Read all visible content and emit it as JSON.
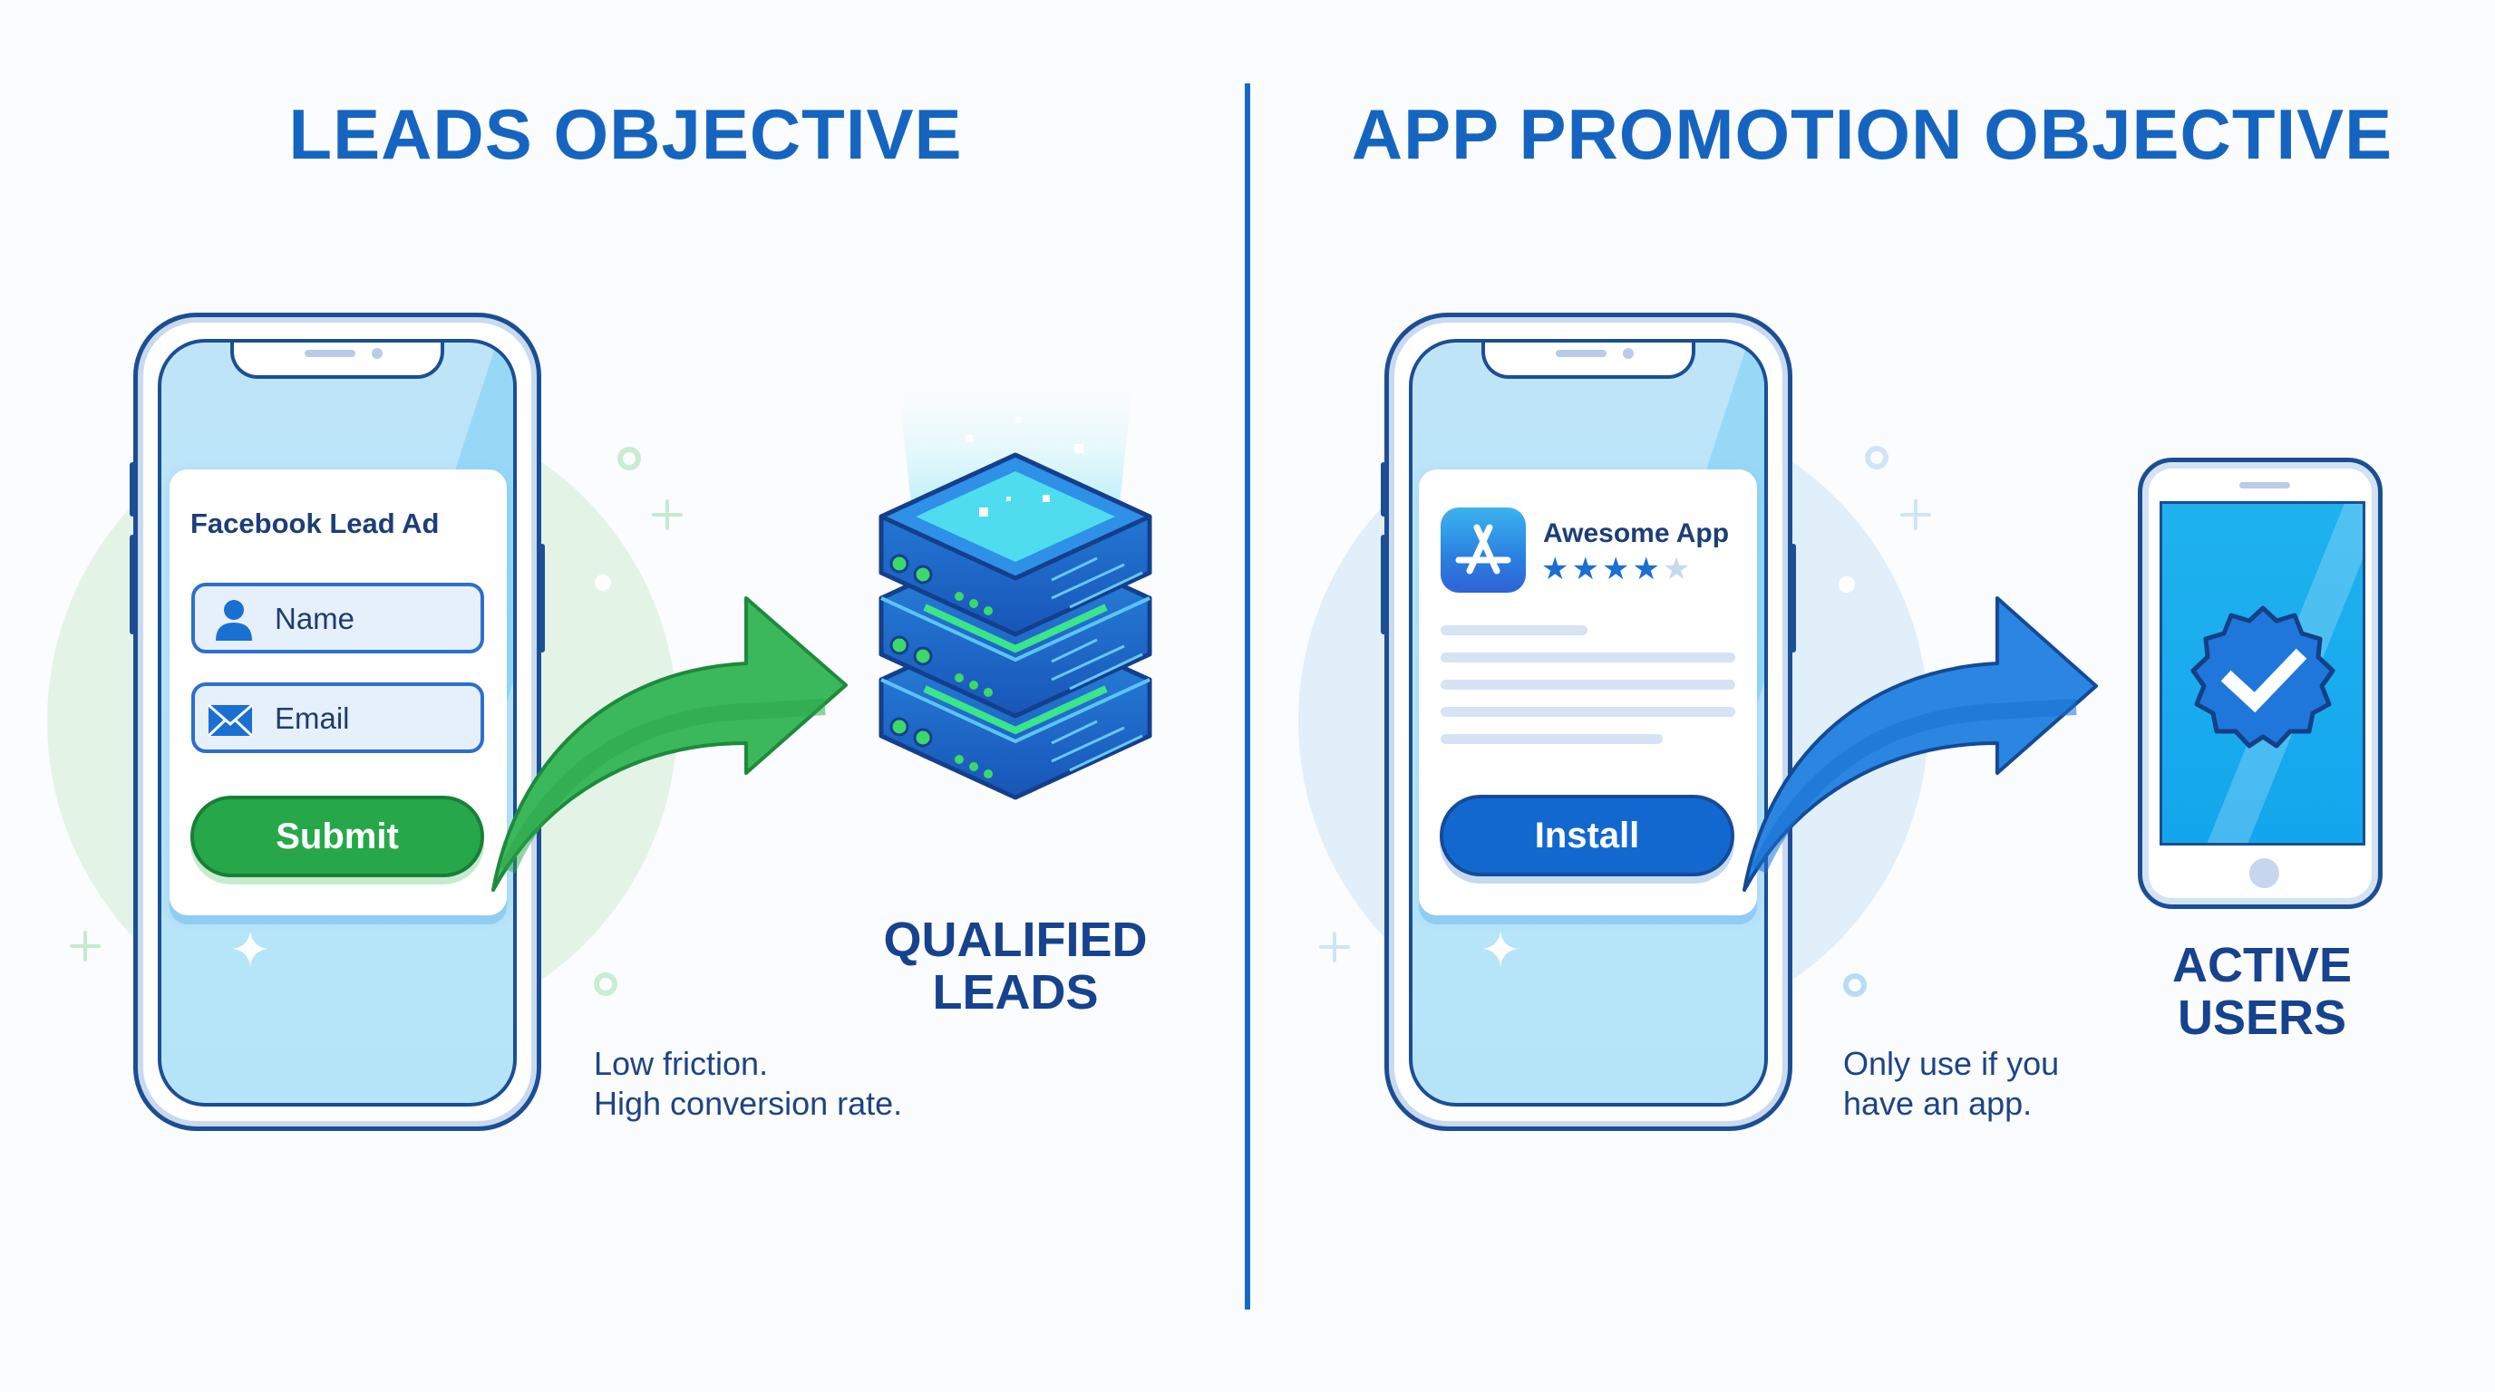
{
  "divider": {
    "color": "#1769c9"
  },
  "left_panel": {
    "title": "LEADS OBJECTIVE",
    "accent_color": "#26a84a",
    "phone": {
      "card_title": "Facebook Lead Ad",
      "fields": [
        {
          "icon": "user-icon",
          "placeholder": "Name"
        },
        {
          "icon": "envelope-icon",
          "placeholder": "Email"
        }
      ],
      "button_label": "Submit"
    },
    "arrow_color": "#2fa64c",
    "result_icon": "server-stack-icon",
    "result_label_line1": "QUALIFIED",
    "result_label_line2": "LEADS",
    "description_line1": "Low friction.",
    "description_line2": "High conversion rate."
  },
  "right_panel": {
    "title": "APP PROMOTION OBJECTIVE",
    "accent_color": "#1368d0",
    "phone": {
      "app_icon": "app-store-icon",
      "app_name": "Awesome App",
      "rating": 4.5,
      "rating_max": 5,
      "stars_full": "★★★★",
      "stars_half": "★",
      "button_label": "Install"
    },
    "arrow_color": "#1a6fd2",
    "result_icon": "verified-badge-icon",
    "result_label_line1": "ACTIVE",
    "result_label_line2": "USERS",
    "description_line1": "Only use if you",
    "description_line2": "have an app."
  }
}
